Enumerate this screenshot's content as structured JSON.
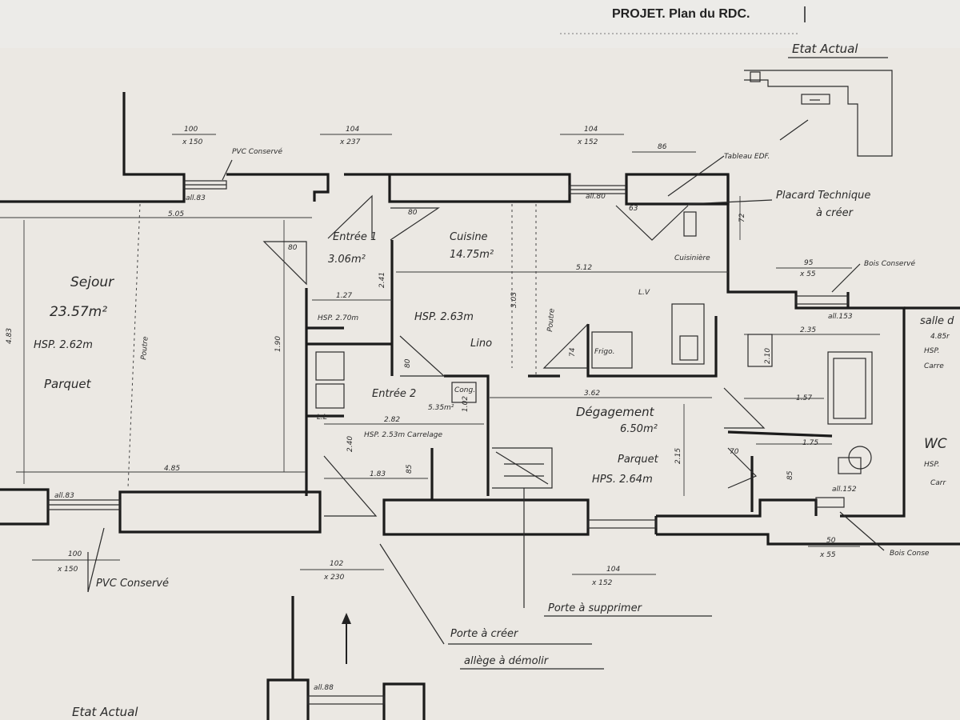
{
  "header": {
    "title": "PROJET. Plan du RDC."
  },
  "insets": {
    "top_right": "Etat Actual",
    "bottom_left": "Etat Actual"
  },
  "rooms": {
    "sejour": {
      "name": "Sejour",
      "area": "23.57m²",
      "hsp": "HSP. 2.62m",
      "floor": "Parquet"
    },
    "entree1": {
      "name": "Entrée 1",
      "area": "3.06m²",
      "hsp": "HSP. 2.70m"
    },
    "cuisine": {
      "name": "Cuisine",
      "area": "14.75m²",
      "hsp": "HSP. 2.63m",
      "floor": "Lino"
    },
    "entree2": {
      "name": "Entrée 2",
      "area": "5.35m²",
      "hsp": "HSP. 2.53m Carrelage"
    },
    "degagement": {
      "name": "Dégagement",
      "area": "6.50m²",
      "floor": "Parquet",
      "hps": "HPS. 2.64m"
    },
    "salle": {
      "name": "salle d",
      "area": "4.85r",
      "hsp": "HSP.",
      "floor": "Carre"
    },
    "wc": {
      "name": "WC",
      "hsp": "HSP.",
      "floor": "Carr"
    }
  },
  "fixtures": {
    "lv": "L.V",
    "frigo": "Frigo.",
    "cuisiniere": "Cuisinière",
    "congel": "Cong.",
    "ll": "L.L"
  },
  "beams": {
    "label": "Poutre"
  },
  "annotations": {
    "pvc_top": "PVC Conservé",
    "pvc_bottom": "PVC Conservé",
    "tableau": "Tableau EDF.",
    "placard_1": "Placard Technique",
    "placard_2": "à créer",
    "bois_top": "Bois Conservé",
    "bois_bottom": "Bois Conse",
    "porte_supprimer": "Porte à supprimer",
    "porte_creer_1": "Porte à créer",
    "porte_creer_2": "allège à démolir"
  },
  "dimensions": {
    "w1": "100",
    "w1b": "x 150",
    "w2": "104",
    "w2b": "x 237",
    "w3": "104",
    "w3b": "x 152",
    "w4": "86",
    "w5": "95",
    "w5b": "x 55",
    "bw1": "100",
    "bw1b": "x 150",
    "bw2": "102",
    "bw2b": "x 230",
    "bw3": "104",
    "bw3b": "x 152",
    "bw4": "50",
    "bw4b": "x 55",
    "d_505": "5.05",
    "d_512": "5.12",
    "d_485": "4.85",
    "d_483": "4.83",
    "d_190": "1.90",
    "d_241": "2.41",
    "d_303": "3.03",
    "d_127": "1.27",
    "d_362": "3.62",
    "d_282": "2.82",
    "d_183": "1.83",
    "d_240": "2.40",
    "d_235": "2.35",
    "d_157": "1.57",
    "d_175": "1.75",
    "d_215": "2.15",
    "d_210": "2.10",
    "d_102": "1.02",
    "d_85a": "85",
    "d_85b": "85",
    "d_70": "70",
    "d_74": "74",
    "d_72": "72",
    "d_80a": "80",
    "d_80b": "80",
    "d_80c": "80",
    "d_63": "63",
    "all_83a": "all.83",
    "all_80": "all.80",
    "all_153": "all.153",
    "all_83b": "all.83",
    "all_152": "all.152",
    "all_88": "all.88"
  }
}
